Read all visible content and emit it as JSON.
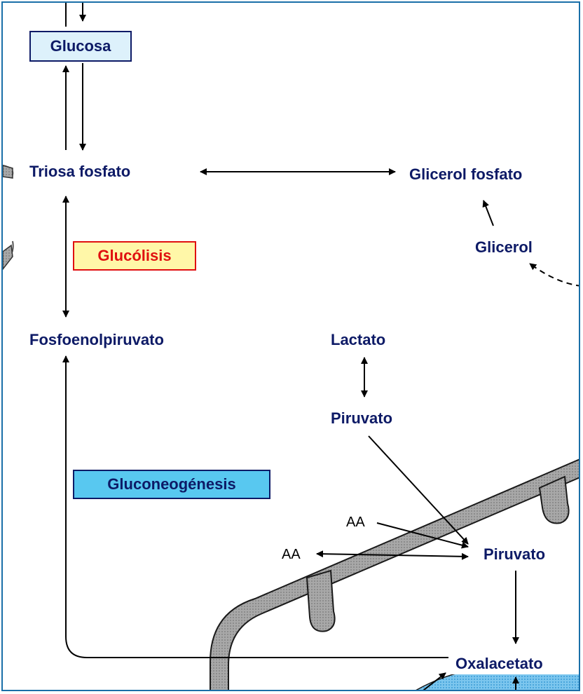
{
  "boxes": {
    "glucosa": "Glucosa",
    "glucolisis": "Glucólisis",
    "gluconeogenesis": "Gluconeogénesis"
  },
  "labels": {
    "triosa_fosfato": "Triosa fosfato",
    "glicerol_fosfato": "Glicerol fosfato",
    "glicerol": "Glicerol",
    "fosfoenolpiruvato": "Fosfoenolpiruvato",
    "lactato": "Lactato",
    "piruvato_cytosol": "Piruvato",
    "piruvato_mito": "Piruvato",
    "oxalacetato": "Oxalacetato",
    "aa_top": "AA",
    "aa_left": "AA"
  },
  "colors": {
    "text_navy": "#0d1a66",
    "glucosa_fill": "#ddf1fb",
    "glucolisis_fill": "#fff7a8",
    "glucolisis_text": "#e01010",
    "gluconeogenesis_fill": "#58c8f0",
    "membrane": "#9a9a9a",
    "frame": "#1a6fa8"
  }
}
